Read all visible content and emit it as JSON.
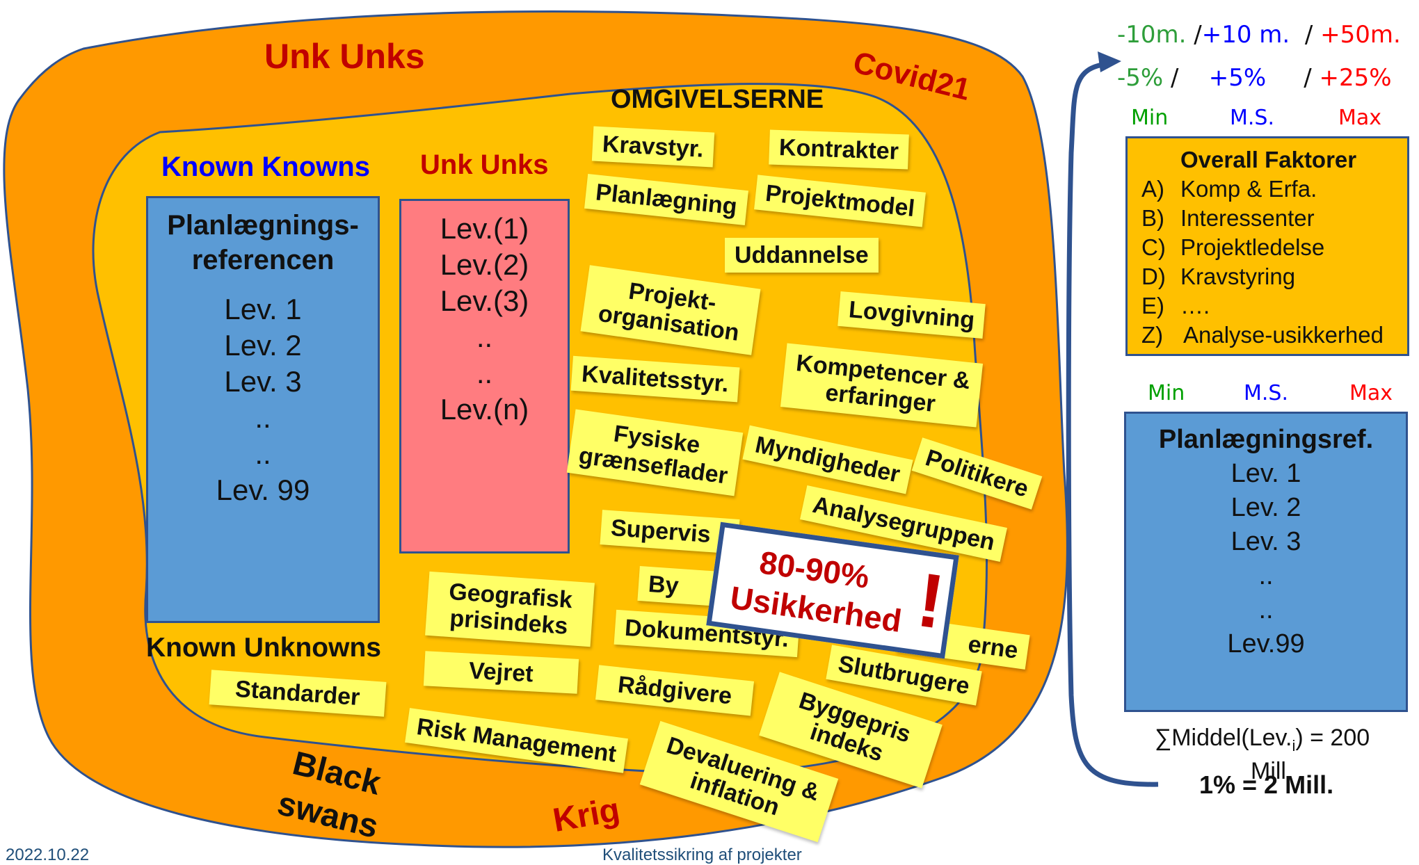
{
  "outer": {
    "title": "Unk Unks",
    "covid": "Covid21",
    "black_swans_1": "Black",
    "black_swans_2": "swans",
    "krig": "Krig"
  },
  "inner": {
    "title": "OMGIVELSERNE",
    "known_knowns": "Known Knowns",
    "unk_unks": "Unk Unks",
    "known_unknowns": "Known Unknowns"
  },
  "known_box": {
    "title_1": "Planlægnings-",
    "title_2": "referencen",
    "lines": [
      "Lev. 1",
      "Lev. 2",
      "Lev. 3",
      "..",
      "..",
      "Lev. 99"
    ]
  },
  "unk_box": {
    "lines": [
      "Lev.(1)",
      "Lev.(2)",
      "Lev.(3)",
      "..",
      "..",
      "Lev.(n)"
    ]
  },
  "notes": {
    "kravstyr": "Kravstyr.",
    "kontrakter": "Kontrakter",
    "planlaegning": "Planlægning",
    "projektmodel": "Projektmodel",
    "uddannelse": "Uddannelse",
    "projektorg_1": "Projekt-",
    "projektorg_2": "organisation",
    "lovgivning": "Lovgivning",
    "kvalitetsstyr": "Kvalitetsstyr.",
    "kompetencer_1": "Kompetencer &",
    "kompetencer_2": "erfaringer",
    "fysiske_1": "Fysiske",
    "fysiske_2": "grænseflader",
    "myndigheder": "Myndigheder",
    "politikere": "Politikere",
    "analysegruppen": "Analysegruppen",
    "supervision": "Supervis",
    "by": "By",
    "erne": "erne",
    "geografisk_1": "Geografisk",
    "geografisk_2": "prisindeks",
    "dokumentstyr": "Dokumentstyr.",
    "slutbrugere": "Slutbrugere",
    "standarder": "Standarder",
    "vejret": "Vejret",
    "raadgivere": "Rådgivere",
    "byggepris_1": "Byggepris",
    "byggepris_2": "indeks",
    "risk": "Risk Management",
    "devaluering_1": "Devaluering &",
    "devaluering_2": "inflation"
  },
  "stamp": {
    "line1": "80-90%",
    "line2": "Usikkerhed",
    "mark": "!"
  },
  "right_top": {
    "row1": [
      "-10m.",
      "/",
      "+10 m.",
      "/",
      "+50m."
    ],
    "row2": [
      "-5%",
      "/",
      "+5%",
      "/",
      "+25%"
    ],
    "row3": [
      "Min",
      "M.S.",
      "Max"
    ]
  },
  "factors": {
    "title": "Overall Faktorer",
    "items": [
      {
        "k": "A)",
        "v": "Komp & Erfa."
      },
      {
        "k": "B)",
        "v": "Interessenter"
      },
      {
        "k": "C)",
        "v": "Projektledelse"
      },
      {
        "k": "D)",
        "v": "Kravstyring"
      },
      {
        "k": "E)",
        "v": "…."
      },
      {
        "k": "Z)",
        "v": "Analyse-usikkerhed"
      }
    ]
  },
  "right_labels": [
    "Min",
    "M.S.",
    "Max"
  ],
  "plan_ref": {
    "title": "Planlægningsref.",
    "lines": [
      "Lev. 1",
      "Lev. 2",
      "Lev. 3",
      "..",
      "..",
      "Lev.99"
    ]
  },
  "sum": {
    "prefix": "∑Middel(Lev.",
    "sub": "i",
    "suffix": ") = 200",
    "mill": "Mill.",
    "pct": "1% = 2 Mill."
  },
  "footer": {
    "date": "2022.10.22",
    "title": "Kvalitetssikring af projekter"
  },
  "colors": {
    "outer": "#ff9900",
    "inner": "#ffc000",
    "note": "#ffff66",
    "blue_box": "#5b9bd5",
    "pink_box": "#ff7c80",
    "red": "#c00000",
    "blue_text": "#0000ff",
    "green_text": "#2e9e3a"
  }
}
